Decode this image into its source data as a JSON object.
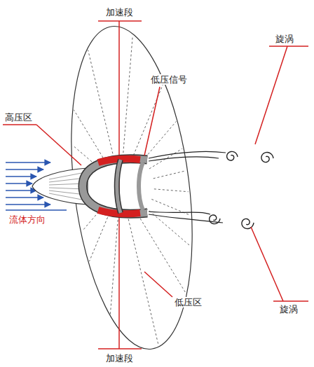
{
  "diagram": {
    "labels": [
      "加速段",
      "高压区",
      "低压信号",
      "旋涡",
      "流体方向",
      "旋涡",
      "低压区",
      "加速段"
    ]
  }
}
